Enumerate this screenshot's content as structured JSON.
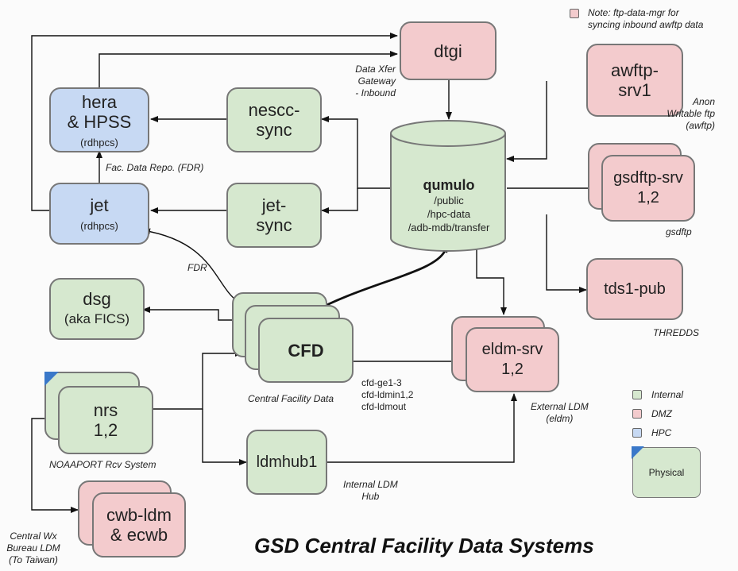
{
  "title": "GSD Central Facility Data Systems",
  "note": {
    "line1": "Note: ftp-data-mgr for",
    "line2": "syncing inbound awftp data"
  },
  "nodes": {
    "dtgi": {
      "name": "dtgi"
    },
    "awftp": {
      "line1": "awftp-",
      "line2": "srv1"
    },
    "hera": {
      "line1": "hera",
      "line2": "& HPSS",
      "sub": "(rdhpcs)"
    },
    "nescc": {
      "line1": "nescc-",
      "line2": "sync"
    },
    "qumulo": {
      "name": "qumulo",
      "paths": [
        "/public",
        "/hpc-data",
        "/adb-mdb/transfer"
      ]
    },
    "gsdftp": {
      "line1": "gsdftp-srv",
      "line2": "1,2"
    },
    "jet": {
      "name": "jet",
      "sub": "(rdhpcs)"
    },
    "jetsync": {
      "line1": "jet-",
      "line2": "sync"
    },
    "tds": {
      "name": "tds1-pub"
    },
    "dsg": {
      "line1": "dsg",
      "line2": "(aka FICS)"
    },
    "cfd": {
      "name": "CFD"
    },
    "eldm": {
      "line1": "eldm-srv",
      "line2": "1,2"
    },
    "nrs": {
      "line1": "nrs",
      "line2": "1,2"
    },
    "ldmhub": {
      "name": "ldmhub1"
    },
    "cwb": {
      "line1": "cwb-ldm",
      "line2": "& ecwb"
    }
  },
  "labels": {
    "dtgi": [
      "Data Xfer",
      "Gateway",
      "- Inbound"
    ],
    "awftp": [
      "Anon",
      "Writable ftp",
      "(awftp)"
    ],
    "fdr_repo": "Fac. Data Repo. (FDR)",
    "gsdftp": "gsdftp",
    "fdr": "FDR",
    "thredds": "THREDDS",
    "cfd": "Central Facility Data",
    "cfd_hosts": [
      "cfd-ge1-3",
      "cfd-ldmin1,2",
      "cfd-ldmout"
    ],
    "eldm": [
      "External LDM",
      "(eldm)"
    ],
    "nrs": "NOAAPORT Rcv System",
    "ldmhub": [
      "Internal LDM",
      "Hub"
    ],
    "cwb": [
      "Central Wx",
      "Bureau LDM",
      "(To Taiwan)"
    ]
  },
  "legend": {
    "internal": "Internal",
    "dmz": "DMZ",
    "hpc": "HPC",
    "physical": "Physical"
  },
  "colors": {
    "internal": "#d6e8cf",
    "dmz": "#f3cbcd",
    "hpc": "#c7d9f3",
    "physical_corner": "#3a78c9",
    "line": "#111111"
  }
}
